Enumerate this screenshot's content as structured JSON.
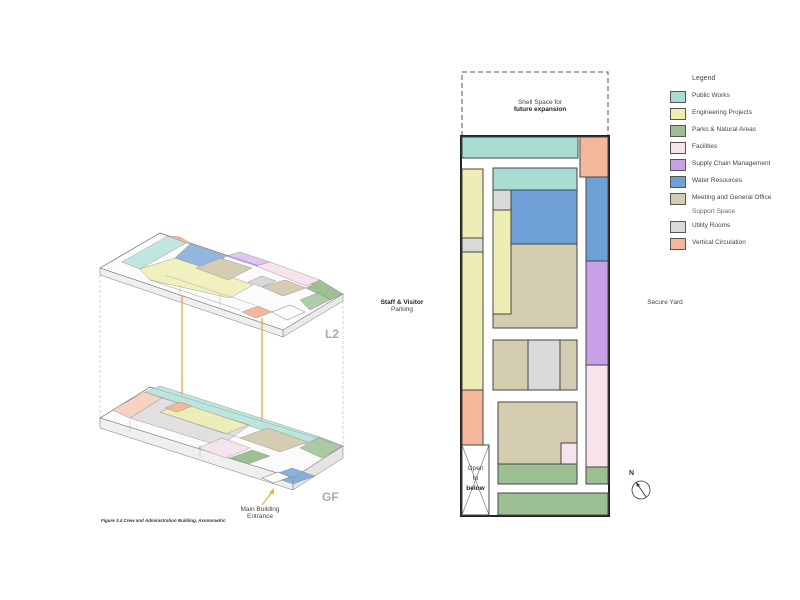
{
  "legend": {
    "title": "Legend",
    "items": [
      {
        "label": "Public Works",
        "color": "#a8ddd4"
      },
      {
        "label": "Engineering Projects",
        "color": "#eeeeb4"
      },
      {
        "label": "Parks & Natural Areas",
        "color": "#9dbf94"
      },
      {
        "label": "Facilities",
        "color": "#f7e3ec"
      },
      {
        "label": "Supply Chain Management",
        "color": "#c8a0e8"
      },
      {
        "label": "Water Resources",
        "color": "#6e9fd6"
      },
      {
        "label": "Meeting and General Office",
        "color": "#d5cdb2"
      },
      {
        "label": "Utility Rooms",
        "color": "#d9d9d9"
      },
      {
        "label": "Vertical Circulation",
        "color": "#f5b79a"
      }
    ],
    "support_space_label": "Support Space"
  },
  "plan": {
    "shell_space_line1": "Shell Space for",
    "shell_space_line2": "future expansion",
    "staff_parking_line1": "Staff & Visitor",
    "staff_parking_line2": "Parking",
    "secure_yard": "Secure Yard",
    "open_line1": "Open",
    "open_line2": "to",
    "open_line3": "below",
    "north": "N"
  },
  "axon": {
    "level_upper": "L2",
    "level_ground": "GF",
    "entrance_line1": "Main Building",
    "entrance_line2": "Entrance",
    "caption": "Figure 3.4 Crew and Administration Building, Axonometric"
  }
}
